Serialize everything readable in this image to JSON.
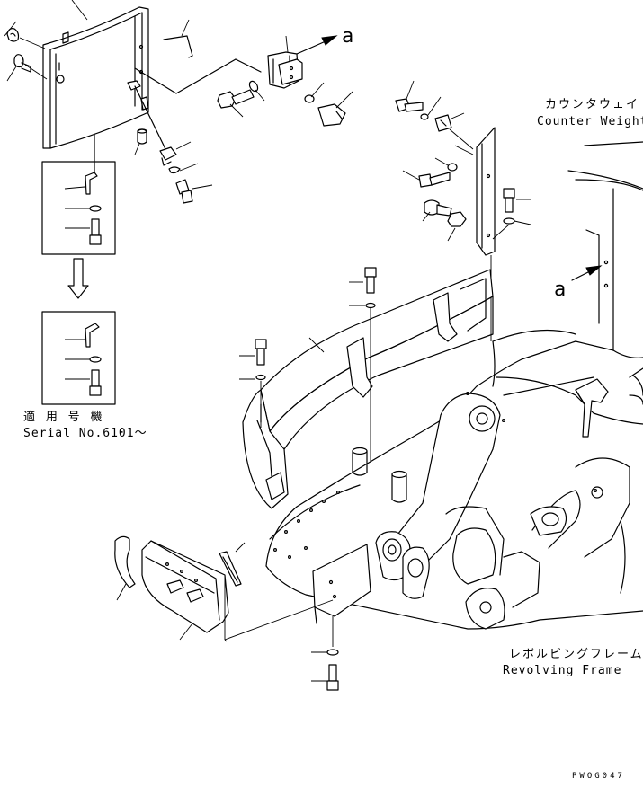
{
  "labels": {
    "counterweight_jp": "カウンタウェイト",
    "counterweight_en": "Counter Weight",
    "revolving_frame_jp": "レボルビングフレーム",
    "revolving_frame_en": "Revolving Frame",
    "serial_jp": "適 用 号 機",
    "serial_en": "Serial No.6101～",
    "view_a_top": "a",
    "view_a_right": "a",
    "drawing_code": "PWOG047"
  }
}
